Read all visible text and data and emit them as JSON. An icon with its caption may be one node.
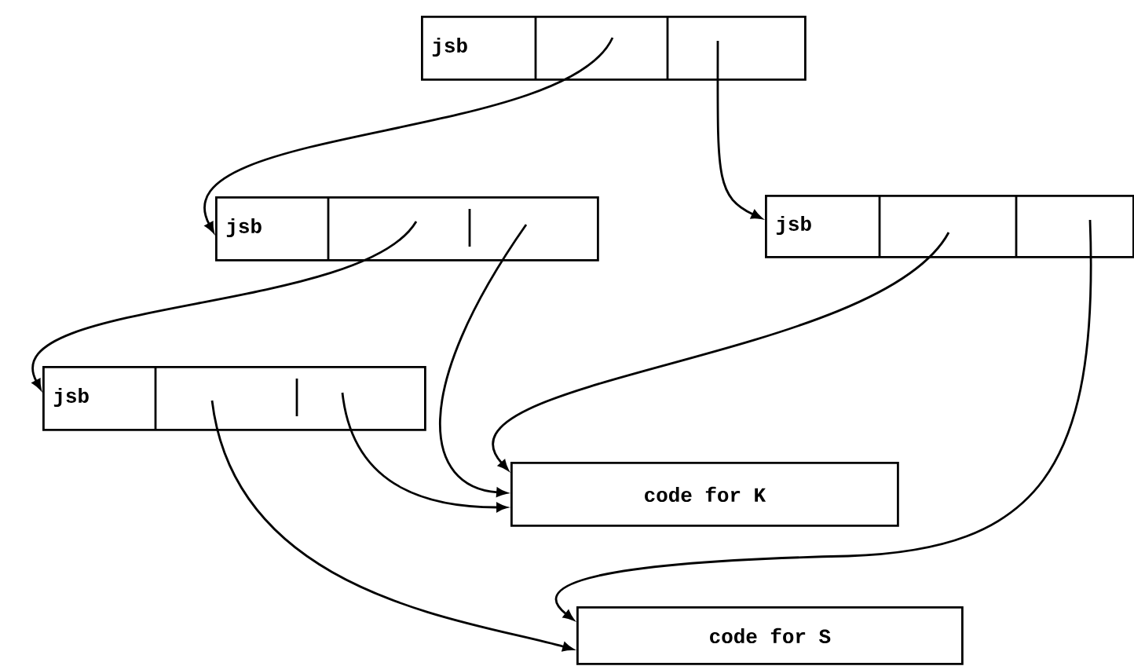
{
  "diagram": {
    "nodes": [
      {
        "text": [
          "jsb"
        ]
      },
      {
        "text": [
          "jsb"
        ]
      },
      {
        "text": [
          "jsb"
        ]
      },
      {
        "text": [
          "jsb"
        ]
      },
      {
        "text": [
          "code for K"
        ]
      },
      {
        "text": [
          "code for S"
        ]
      }
    ],
    "edges": [
      {
        "from": 0,
        "to": 1,
        "arrow": "to"
      },
      {
        "from": 0,
        "to": 2,
        "arrow": "to"
      },
      {
        "from": 1,
        "to": 3,
        "arrow": "to"
      },
      {
        "from": 1,
        "to": 4,
        "arrow": "to"
      },
      {
        "from": 2,
        "to": 4,
        "arrow": "to"
      },
      {
        "from": 2,
        "to": 5,
        "arrow": "to"
      },
      {
        "from": 3,
        "to": 5,
        "arrow": "to"
      },
      {
        "from": 3,
        "to": 4,
        "arrow": "to"
      }
    ]
  }
}
